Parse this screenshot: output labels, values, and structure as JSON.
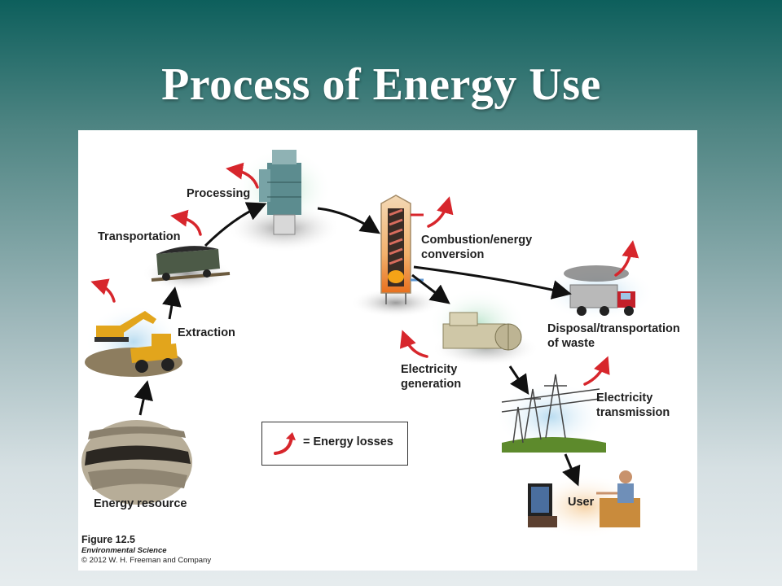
{
  "slide": {
    "title": "Process of Energy Use"
  },
  "diagram": {
    "stages": {
      "energy_resource": "Energy resource",
      "extraction": "Extraction",
      "transportation": "Transportation",
      "processing": "Processing",
      "combustion_line1": "Combustion/energy",
      "combustion_line2": "conversion",
      "disposal_line1": "Disposal/transportation",
      "disposal_line2": "of waste",
      "generation_line1": "Electricity",
      "generation_line2": "generation",
      "transmission_line1": "Electricity",
      "transmission_line2": "transmission",
      "user": "User"
    },
    "legend": {
      "label": "= Energy losses",
      "icon": "red-curved-arrow-icon",
      "color": "#d7262c"
    }
  },
  "caption": {
    "figure": "Figure 12.5",
    "book": "Environmental Science",
    "copyright": "© 2012 W. H. Freeman and Company"
  },
  "colors": {
    "energy_loss_arrow": "#d7262c",
    "flow_arrow": "#111111",
    "title_text": "#ffffff",
    "background_top": "#0d5f5c",
    "background_bottom": "#e6ecee"
  }
}
